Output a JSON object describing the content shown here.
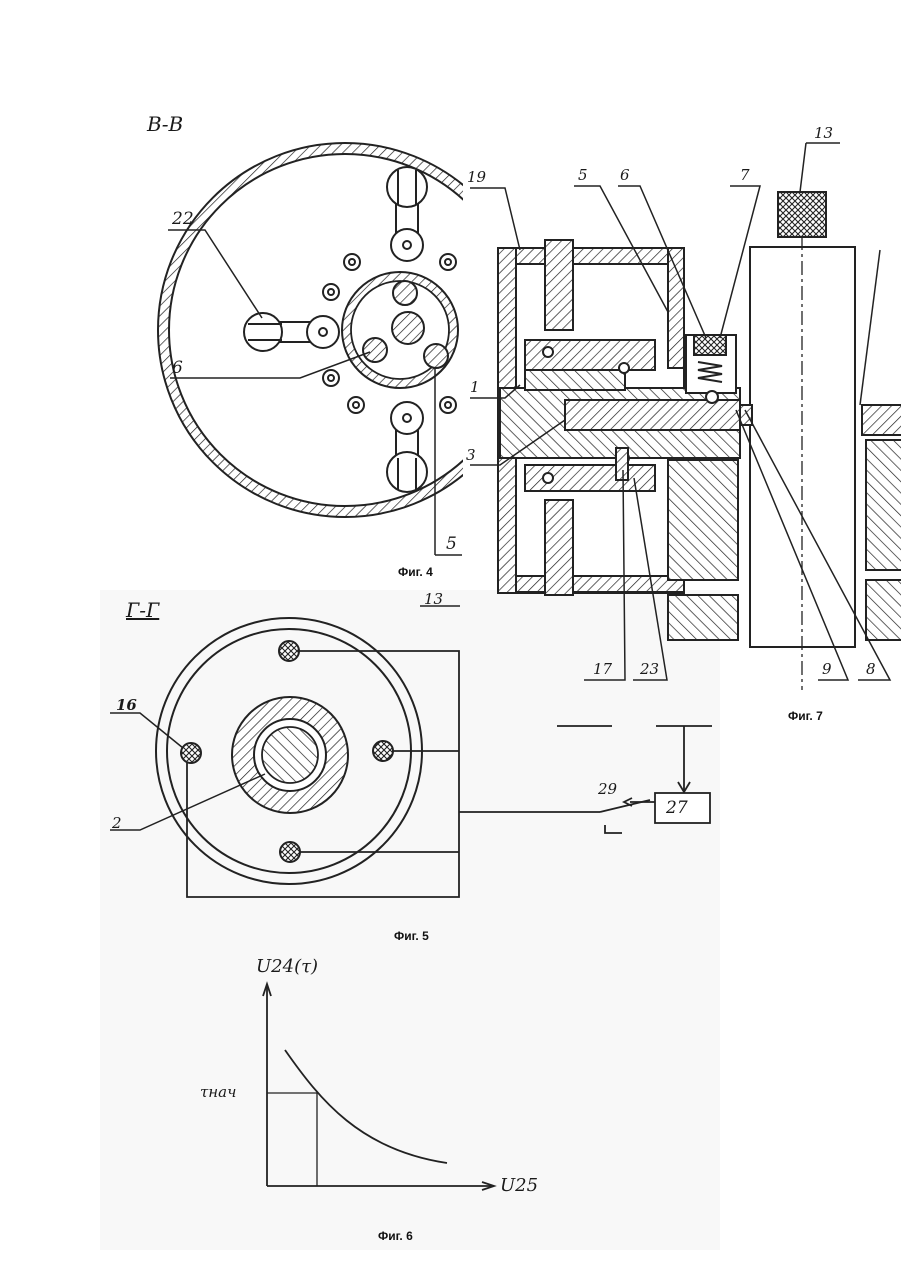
{
  "figures": {
    "fig4": {
      "section_label": "В-В",
      "caption": "Фиг. 4",
      "callouts": [
        "22",
        "6",
        "5"
      ]
    },
    "fig5": {
      "section_label": "Г-Г",
      "caption": "Фиг. 5",
      "callouts": [
        "16",
        "2",
        "13",
        "29",
        "27"
      ]
    },
    "fig6": {
      "caption": "Фиг. 6",
      "y_axis_label": "U24(τ)",
      "x_axis_label": "U25",
      "tick_label": "τнач"
    },
    "fig7": {
      "caption": "Фиг. 7",
      "callouts": [
        "19",
        "5",
        "6",
        "7",
        "13",
        "1",
        "3",
        "17",
        "23",
        "9",
        "8"
      ]
    }
  },
  "colors": {
    "ink": "#1a1a1a",
    "paper": "#ffffff",
    "scan_gray": "#f7f7f7"
  }
}
